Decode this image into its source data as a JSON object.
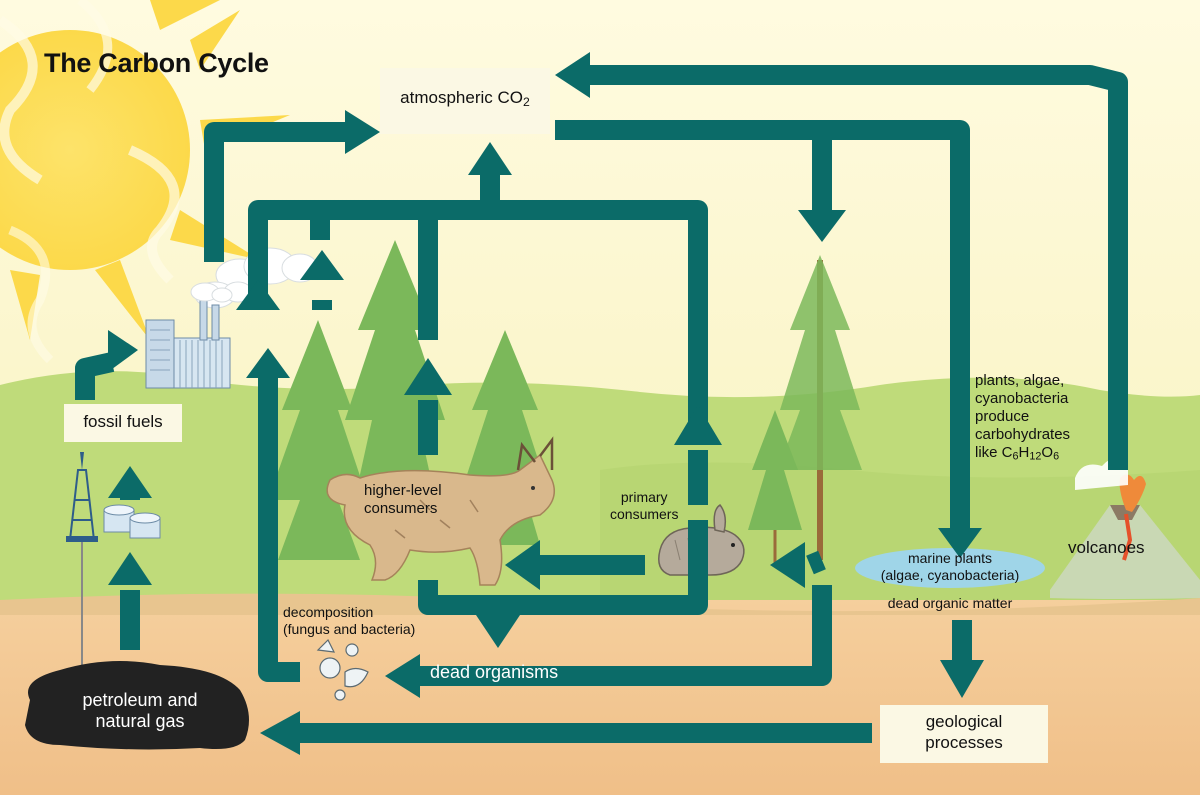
{
  "title": "The Carbon Cycle",
  "labels": {
    "atmospheric": "atmospheric CO",
    "atmospheric_sub": "2",
    "fossil_fuels": "fossil fuels",
    "petroleum_line1": "petroleum and",
    "petroleum_line2": "natural gas",
    "higher_line1": "higher-level",
    "higher_line2": "consumers",
    "primary_line1": "primary",
    "primary_line2": "consumers",
    "marine_line1": "marine plants",
    "marine_line2": "(algae, cyanobacteria)",
    "dead_organic_matter": "dead organic matter",
    "plants_lines": [
      "plants, algae,",
      "cyanobacteria",
      "produce",
      "carbohydrates"
    ],
    "formula_prefix": "like C",
    "formula_6a": "6",
    "formula_h": "H",
    "formula_12": "12",
    "formula_o": "O",
    "formula_6b": "6",
    "volcanoes": "volcanoes",
    "decomp_line1": "decomposition",
    "decomp_line2": "(fungus and bacteria)",
    "dead_organisms": "dead organisms",
    "geo_line1": "geological",
    "geo_line2": "processes"
  },
  "colors": {
    "arrow": "#0b6b68",
    "sky": "#fbf7d2",
    "sun": "#fcd94a",
    "grass": "#bfdb7a",
    "soil": "#f3c995",
    "box": "#fbf8e4",
    "water": "#9fd5e8",
    "rock": "#222222"
  },
  "icons": [
    "sun-icon",
    "factory-icon",
    "oil-rig-icon",
    "storage-tanks-icon",
    "cloud-icon",
    "tree-icon",
    "lynx-icon",
    "rabbit-icon",
    "volcano-icon",
    "fungus-icon",
    "rock-icon"
  ]
}
